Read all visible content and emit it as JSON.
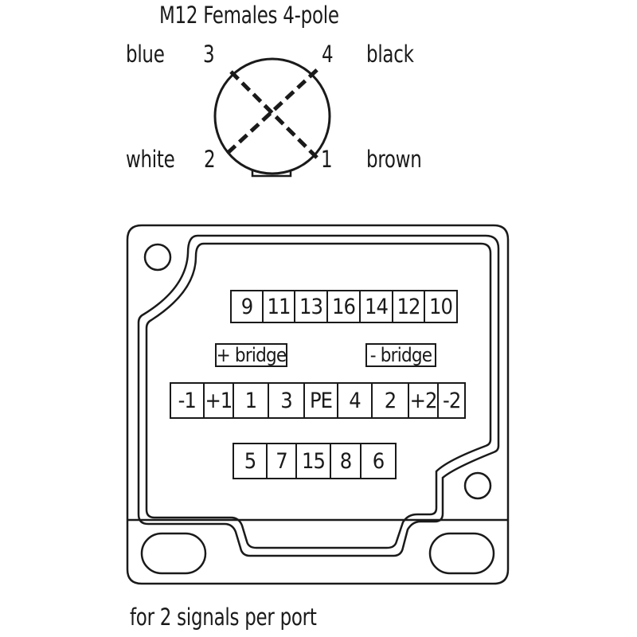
{
  "connector": {
    "title": "M12 Females  4-pole",
    "pins": [
      {
        "number": "3",
        "color": "blue"
      },
      {
        "number": "4",
        "color": "black"
      },
      {
        "number": "2",
        "color": "white"
      },
      {
        "number": "1",
        "color": "brown"
      }
    ]
  },
  "terminals": {
    "top_row": [
      "9",
      "11",
      "13",
      "16",
      "14",
      "12",
      "10"
    ],
    "middle_row": [
      "-1",
      "+1",
      "1",
      "3",
      "PE",
      "4",
      "2",
      "+2",
      "-2"
    ],
    "bottom_row": [
      "5",
      "7",
      "15",
      "8",
      "6"
    ]
  },
  "bridges": {
    "plus": "+ bridge",
    "minus": "- bridge"
  },
  "caption": "for 2 signals per port"
}
